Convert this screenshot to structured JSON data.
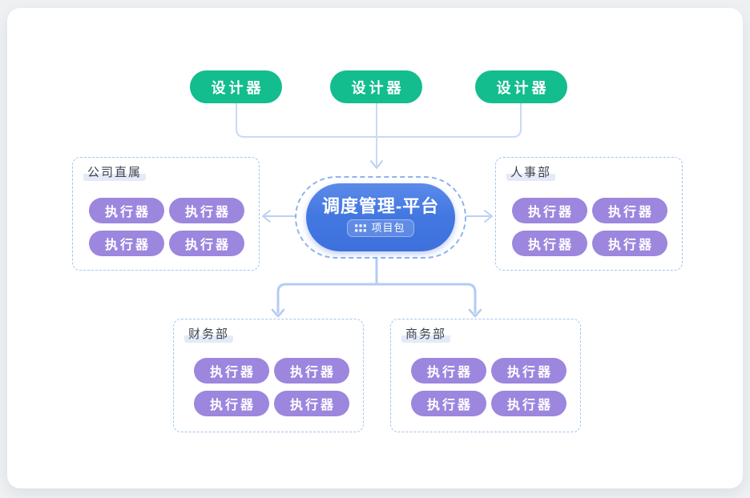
{
  "window": {
    "background": "#EEF0F2",
    "card_background": "#FFFFFF"
  },
  "diagram": {
    "designers": [
      "设计器",
      "设计器",
      "设计器"
    ],
    "platform": {
      "title": "调度管理-平台",
      "badge_label": "项目包",
      "badge_icon": "grid-apps-icon"
    },
    "groups": [
      {
        "title": "公司直属",
        "executors": [
          "执行器",
          "执行器",
          "执行器",
          "执行器"
        ]
      },
      {
        "title": "人事部",
        "executors": [
          "执行器",
          "执行器",
          "执行器",
          "执行器"
        ]
      },
      {
        "title": "财务部",
        "executors": [
          "执行器",
          "执行器",
          "执行器",
          "执行器"
        ]
      },
      {
        "title": "商务部",
        "executors": [
          "执行器",
          "执行器",
          "执行器",
          "执行器"
        ]
      }
    ],
    "colors": {
      "designer_green": "#13BD8D",
      "executor_purple": "#9C86DE",
      "platform_blue_top": "#5B8AEA",
      "platform_blue_bottom": "#3D70DC",
      "connector_blue": "#C2D5F4",
      "dashed_border_blue": "#A3C4EF",
      "platform_dashed_outline": "#8FB4EC",
      "title_highlight": "#E4EAF7",
      "title_text": "#3D4350"
    }
  }
}
